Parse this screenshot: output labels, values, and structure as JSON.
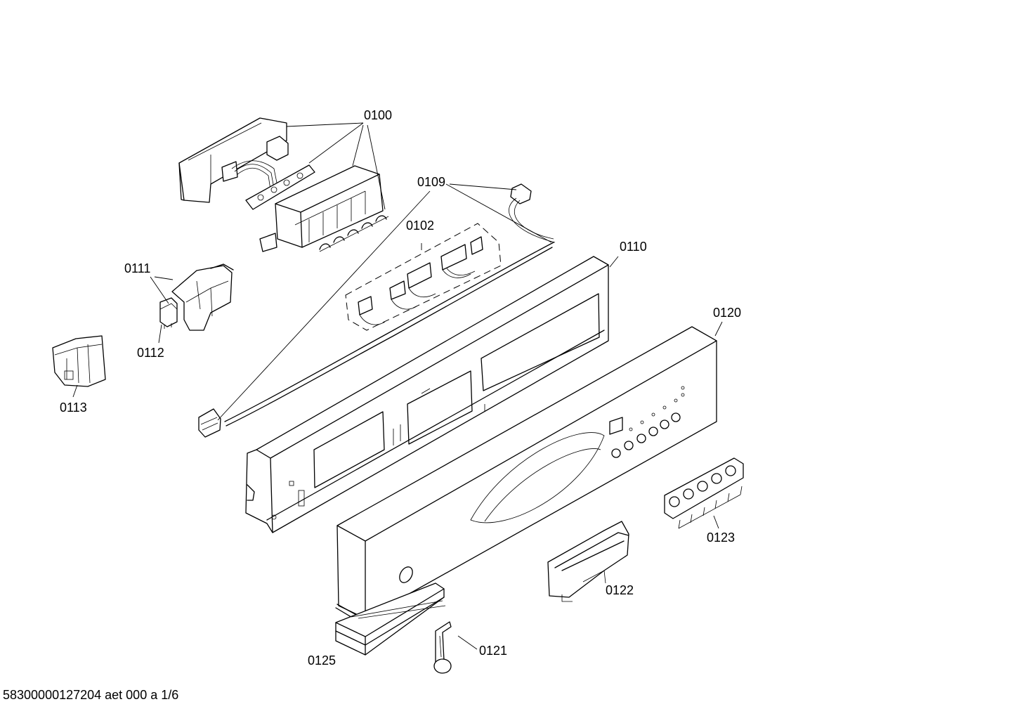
{
  "drawing_id": "58300000127204 aet 000 a 1/6",
  "parts": {
    "p0100": "0100",
    "p0102": "0102",
    "p0109": "0109",
    "p0110": "0110",
    "p0111": "0111",
    "p0112": "0112",
    "p0113": "0113",
    "p0120": "0120",
    "p0121": "0121",
    "p0122": "0122",
    "p0123": "0123",
    "p0125": "0125"
  }
}
